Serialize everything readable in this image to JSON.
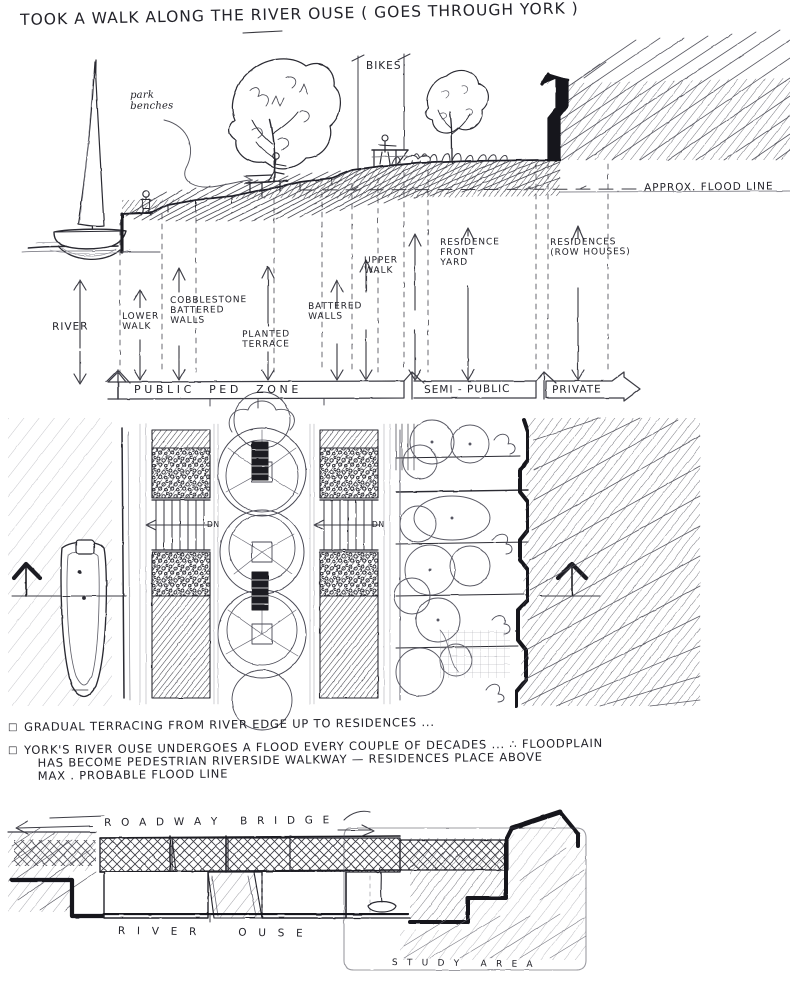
{
  "sheet": {
    "title": "TOOK A WALK ALONG THE RIVER OUSE ( goes through York )",
    "paper_color": "#ffffff",
    "ink_color": "#23232a"
  },
  "section_drawing": {
    "name": "riverfront section",
    "callouts": [
      {
        "id": "park-benches",
        "text": "park benches",
        "style": "cursive-lower"
      },
      {
        "id": "bikes",
        "text": "BIKES",
        "style": "dimension-bracket"
      },
      {
        "id": "flood-line",
        "text": "APPROX. FLOOD LINE",
        "style": "leader-dash"
      }
    ],
    "dimension_labels": [
      {
        "id": "river",
        "text": "RIVER"
      },
      {
        "id": "lower-walk",
        "text": "LOWER\nWALK"
      },
      {
        "id": "cobblestone-battered-walls",
        "text": "COBBLESTONE\nBATTERED\nWALLS"
      },
      {
        "id": "planted-terrace",
        "text": "PLANTED\nTERRACE"
      },
      {
        "id": "battered-walls",
        "text": "BATTERED\nWALLS"
      },
      {
        "id": "upper-walk",
        "text": "UPPER\nWALK"
      },
      {
        "id": "residence-front-yard",
        "text": "RESIDENCE\nFRONT\nYARD"
      },
      {
        "id": "residences-row-houses",
        "text": "RESIDENCES\n(ROW HOUSES)"
      }
    ],
    "zone_bar": [
      {
        "id": "public-ped-zone",
        "text": "PUBLIC  PED  ZONE"
      },
      {
        "id": "semi-public",
        "text": "SEMI - PUBLIC"
      },
      {
        "id": "private",
        "text": "PRIVATE"
      }
    ]
  },
  "plan_drawing": {
    "name": "riverfront plan",
    "stair_labels": [
      {
        "id": "stair-dn-left",
        "text": "DN"
      },
      {
        "id": "stair-dn-right",
        "text": "DN"
      }
    ]
  },
  "notes": {
    "bullet_glyph": "□",
    "items": [
      "GRADUAL TERRACING FROM RIVER EDGE UP TO RESIDENCES ...",
      "YORK'S RIVER OUSE UNDERGOES A FLOOD EVERY COUPLE OF DECADES ... ∴ FLOODPLAIN\n   HAS BECOME PEDESTRIAN RIVERSIDE WALKWAY — RESIDENCES PLACE ABOVE\n   MAX . PROBABLE FLOOD LINE"
    ]
  },
  "bridge_drawing": {
    "name": "roadway bridge section",
    "labels": [
      {
        "id": "roadway-bridge",
        "text": "R O A D W A Y   B R I D G E"
      },
      {
        "id": "river-ouse",
        "text": "R I V E R     O U S E"
      },
      {
        "id": "study-area",
        "text": "S T U D Y   A R E A"
      }
    ]
  }
}
